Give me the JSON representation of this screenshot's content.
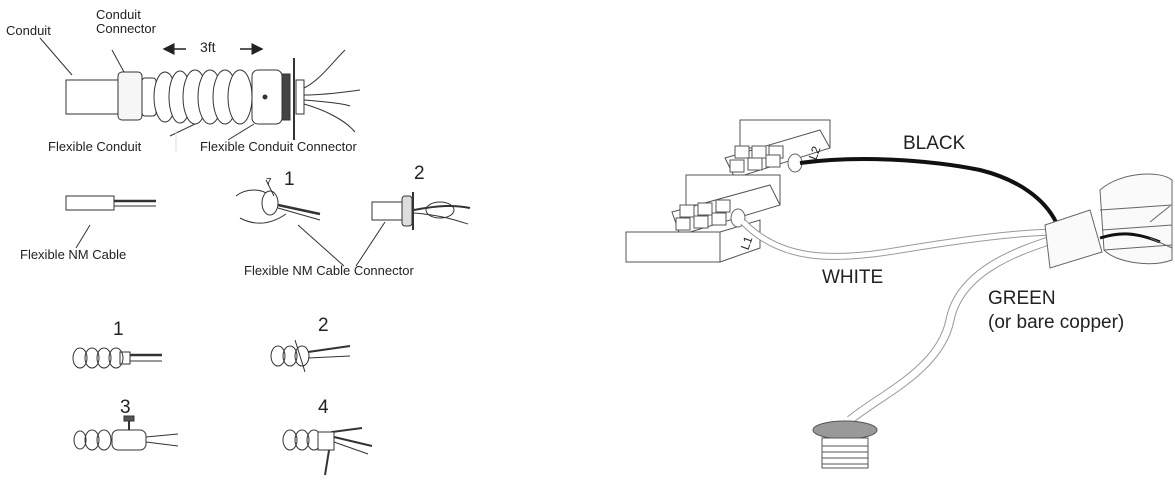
{
  "labels": {
    "conduit": "Conduit",
    "conduit_connector_line1": "Conduit",
    "conduit_connector_line2": "Connector",
    "length": "3ft",
    "flexible_conduit": "Flexible Conduit",
    "flexible_conduit_connector": "Flexible Conduit Connector",
    "flexible_nm_cable": "Flexible NM Cable",
    "flexible_nm_cable_connector": "Flexible NM Cable Connector",
    "small_7": "7"
  },
  "steps": {
    "nm_1": "1",
    "nm_2": "2",
    "flex_1": "1",
    "flex_2": "2",
    "flex_3": "3",
    "flex_4": "4"
  },
  "terminals": {
    "l1": "L1",
    "l2": "L2"
  },
  "wires": {
    "black": "BLACK",
    "white": "WHITE",
    "green_line1": "GREEN",
    "green_line2": "(or bare copper)"
  }
}
